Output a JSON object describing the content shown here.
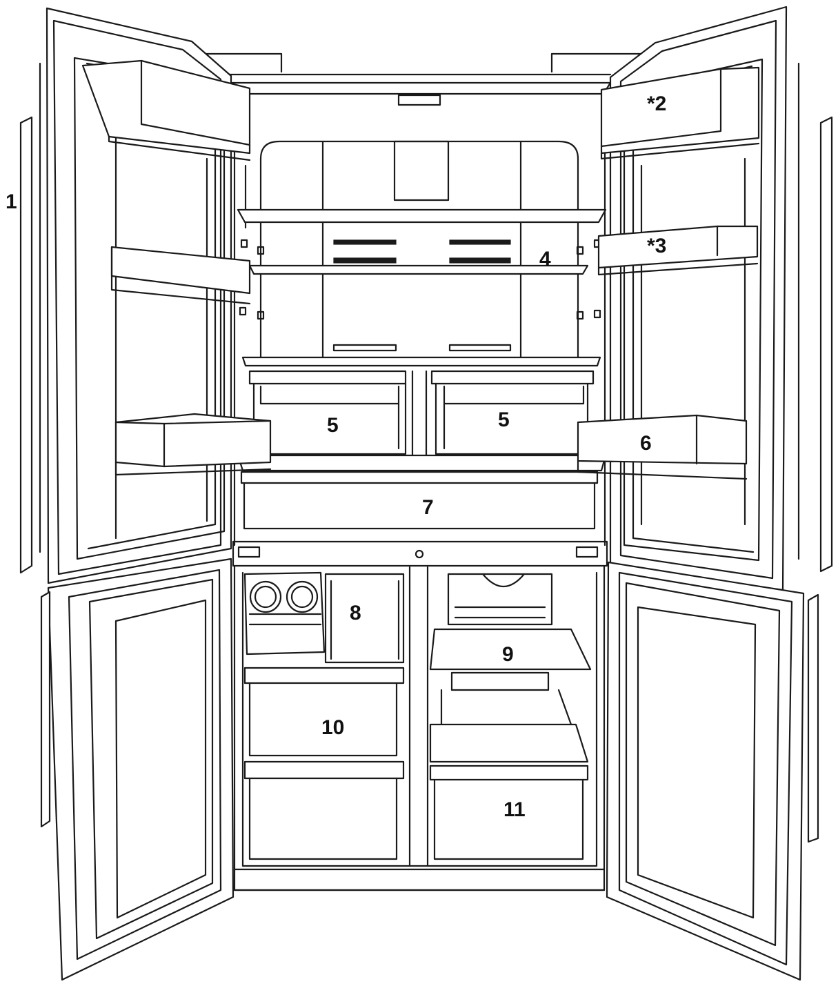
{
  "callouts": {
    "door_left": "1",
    "bin_upper_right": "*2",
    "bin_middle_right": "*3",
    "shelf_upper": "4",
    "crisper_left": "5",
    "crisper_right": "5",
    "bin_lower_right": "6",
    "pantry_drawer": "7",
    "ice_bin": "8",
    "freezer_shelf": "9",
    "freezer_drawer_left": "10",
    "freezer_drawer_right": "11"
  },
  "colors": {
    "line": "#1a1a1a",
    "background": "#ffffff"
  }
}
